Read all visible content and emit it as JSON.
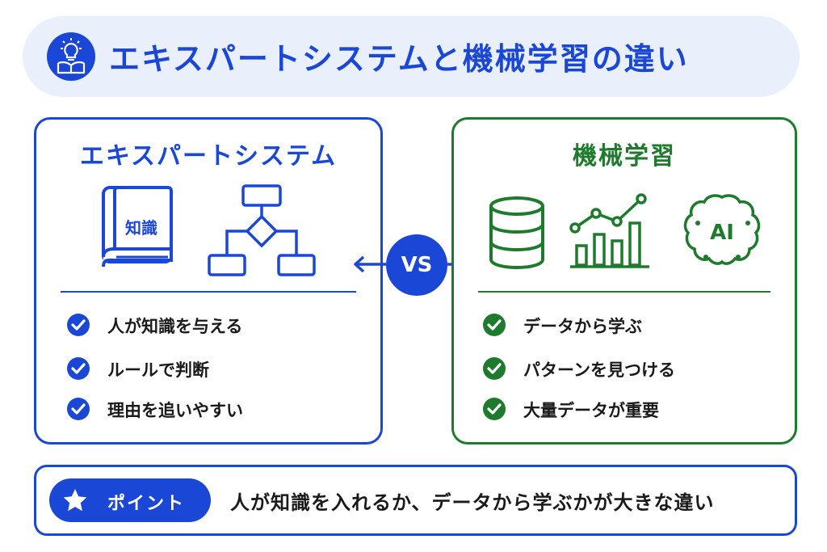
{
  "title": "エキスパートシステムと機械学習の違い",
  "colors": {
    "blue": "#1a47d6",
    "green": "#1e7a2c",
    "title_bg": "#e9effb"
  },
  "left": {
    "heading": "エキスパートシステム",
    "book_label": "知識",
    "icons": [
      "book-icon",
      "flowchart-icon"
    ],
    "items": [
      "人が知識を与える",
      "ルールで判断",
      "理由を追いやすい"
    ]
  },
  "vs_label": "VS",
  "right": {
    "heading": "機械学習",
    "icons": [
      "database-icon",
      "bar-chart-icon",
      "ai-brain-icon"
    ],
    "ai_label": "AI",
    "items": [
      "データから学ぶ",
      "パターンを見つける",
      "大量データが重要"
    ]
  },
  "point": {
    "label": "ポイント",
    "text": "人が知識を入れるか、データから学ぶかが大きな違い"
  }
}
